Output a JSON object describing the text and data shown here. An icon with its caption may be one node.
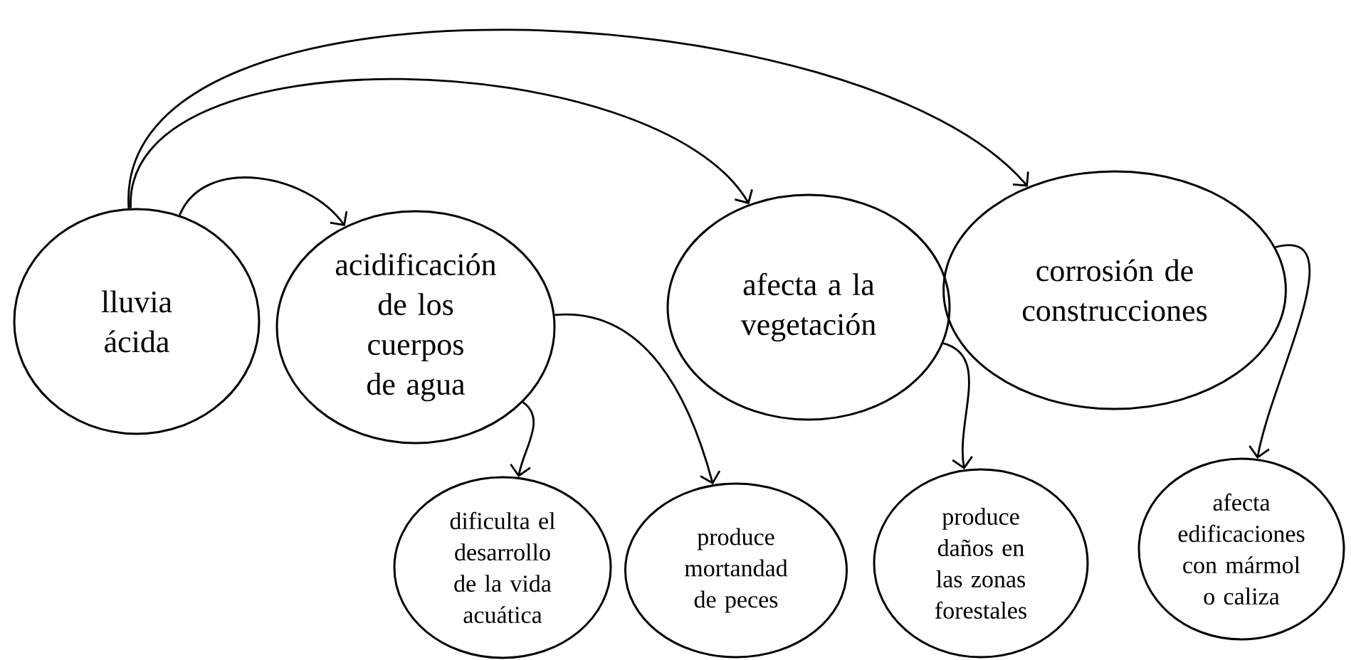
{
  "diagram": {
    "nodes": [
      {
        "text": [
          "lluvia ácida"
        ]
      },
      {
        "text": [
          "acidificación de los cuerpos de agua"
        ]
      },
      {
        "text": [
          "afecta a la vegetación"
        ]
      },
      {
        "text": [
          "corrosión de construcciones"
        ]
      },
      {
        "text": [
          "dificulta el desarrollo de la vida acuática"
        ]
      },
      {
        "text": [
          "produce mortandad de peces"
        ]
      },
      {
        "text": [
          "produce daños en las zonas forestales"
        ]
      },
      {
        "text": [
          "afecta edificaciones con mármol o caliza"
        ]
      }
    ],
    "edges": [
      {
        "from": 0,
        "to": 1,
        "arrow": "to"
      },
      {
        "from": 0,
        "to": 2,
        "arrow": "to"
      },
      {
        "from": 0,
        "to": 3,
        "arrow": "to"
      },
      {
        "from": 1,
        "to": 4,
        "arrow": "to"
      },
      {
        "from": 1,
        "to": 5,
        "arrow": "to"
      },
      {
        "from": 2,
        "to": 6,
        "arrow": "to"
      },
      {
        "from": 3,
        "to": 7,
        "arrow": "to"
      }
    ]
  }
}
